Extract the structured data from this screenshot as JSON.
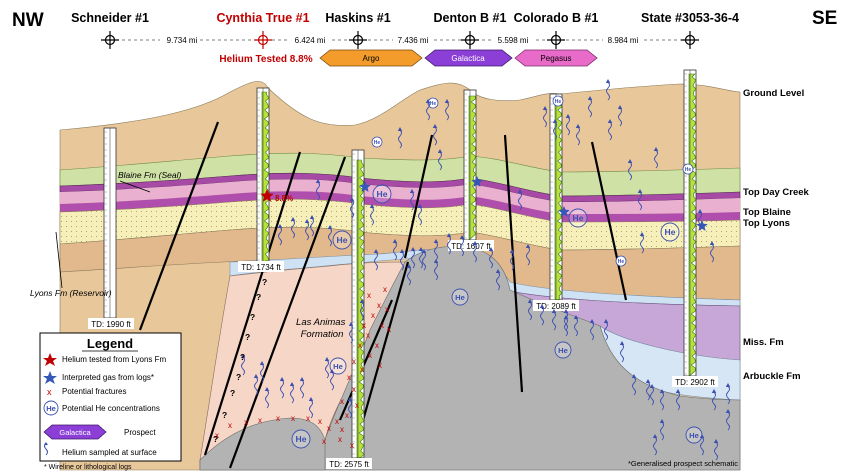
{
  "direction": {
    "left": "NW",
    "right": "SE"
  },
  "wells": [
    {
      "name": "Schneider #1",
      "color": "#000000",
      "td": "TD: 1990 ft"
    },
    {
      "name": "Cynthia True #1",
      "color": "#c00000",
      "note": "Helium Tested 8.8%",
      "td": "TD: 1734 ft"
    },
    {
      "name": "Haskins #1",
      "color": "#000000",
      "td": "TD: 2575 ft"
    },
    {
      "name": "Denton B #1",
      "color": "#000000",
      "td": "TD: 1607 ft"
    },
    {
      "name": "Colorado  B #1",
      "color": "#000000",
      "td": "TD: 2089 ft"
    },
    {
      "name": "State #3053-36-4",
      "color": "#000000",
      "td": "TD: 2902 ft"
    }
  ],
  "spacings": [
    "9.734 mi",
    "6.424 mi",
    "7.436 mi",
    "5.598 mi",
    "8.984 mi"
  ],
  "prospects": [
    {
      "name": "Argo",
      "color": "#f39c2b"
    },
    {
      "name": "Galactica",
      "color": "#8b3fd6"
    },
    {
      "name": "Pegasus",
      "color": "#e86ac9"
    }
  ],
  "horizons": {
    "ground": "Ground Level",
    "day_creek": "Top Day Creek",
    "blaine": "Top Blaine",
    "lyons": "Top Lyons",
    "miss": "Miss. Fm",
    "arbuckle": "Arbuckle Fm"
  },
  "annotations": {
    "blaine_fm": "Blaine Fm (Seal)",
    "lyons_fm": "Lyons Fm (Reservoir)",
    "las_animas": "Las Animas\nFormation",
    "helium_pct": "8.8%",
    "he": "He",
    "question": "?"
  },
  "legend": {
    "title": "Legend",
    "items": [
      {
        "label": "Helium tested from Lyons Fm",
        "symbol": "red-star"
      },
      {
        "label": "Interpreted gas from logs*",
        "symbol": "blue-star"
      },
      {
        "label": "Potential fractures",
        "symbol": "red-x"
      },
      {
        "label": "Potential He concentrations",
        "symbol": "he-circle"
      },
      {
        "label": "Prospect",
        "symbol": "prospect-arrow",
        "sample": "Galactica"
      },
      {
        "label": "Helium sampled at surface",
        "symbol": "squiggle"
      }
    ],
    "footnote": "* Wireline or lithological logs"
  },
  "footer": "*Generalised prospect schematic"
}
